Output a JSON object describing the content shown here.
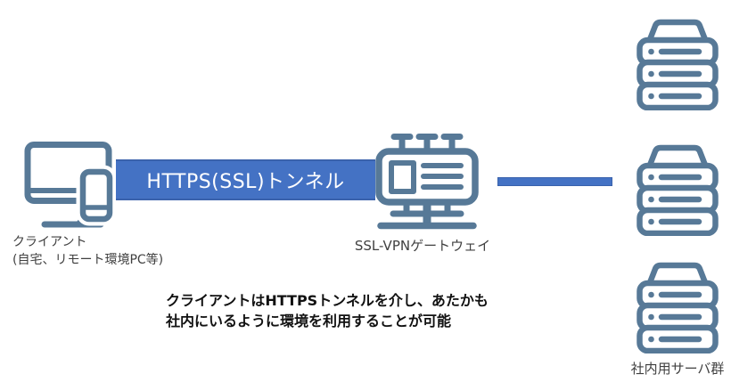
{
  "diagram_title": "SSL-VPN tunnel diagram",
  "colors": {
    "icon_stroke": "#577997",
    "tunnel_fill": "#4472C4",
    "tunnel_border": "#3A62AC",
    "tunnel_text": "#FFFFFF",
    "caption_text": "#404040",
    "note_text": "#111111",
    "background": "#FFFFFF"
  },
  "client": {
    "icon": "desktop-and-mobile-icon",
    "label_line1": "クライアント",
    "label_line2": "(自宅、リモート環境PC等)"
  },
  "tunnel": {
    "label": "HTTPS(SSL)トンネル"
  },
  "gateway": {
    "icon": "vpn-gateway-icon",
    "label": "SSL-VPNゲートウェイ"
  },
  "connection": {
    "icon": "network-link-line"
  },
  "servers": {
    "icon": "server-stack-icon",
    "stack_count": 3,
    "label": "社内用サーバ群"
  },
  "note": {
    "line1": "クライアントはHTTPSトンネルを介し、あたかも",
    "line2": "社内にいるように環境を利用することが可能"
  }
}
